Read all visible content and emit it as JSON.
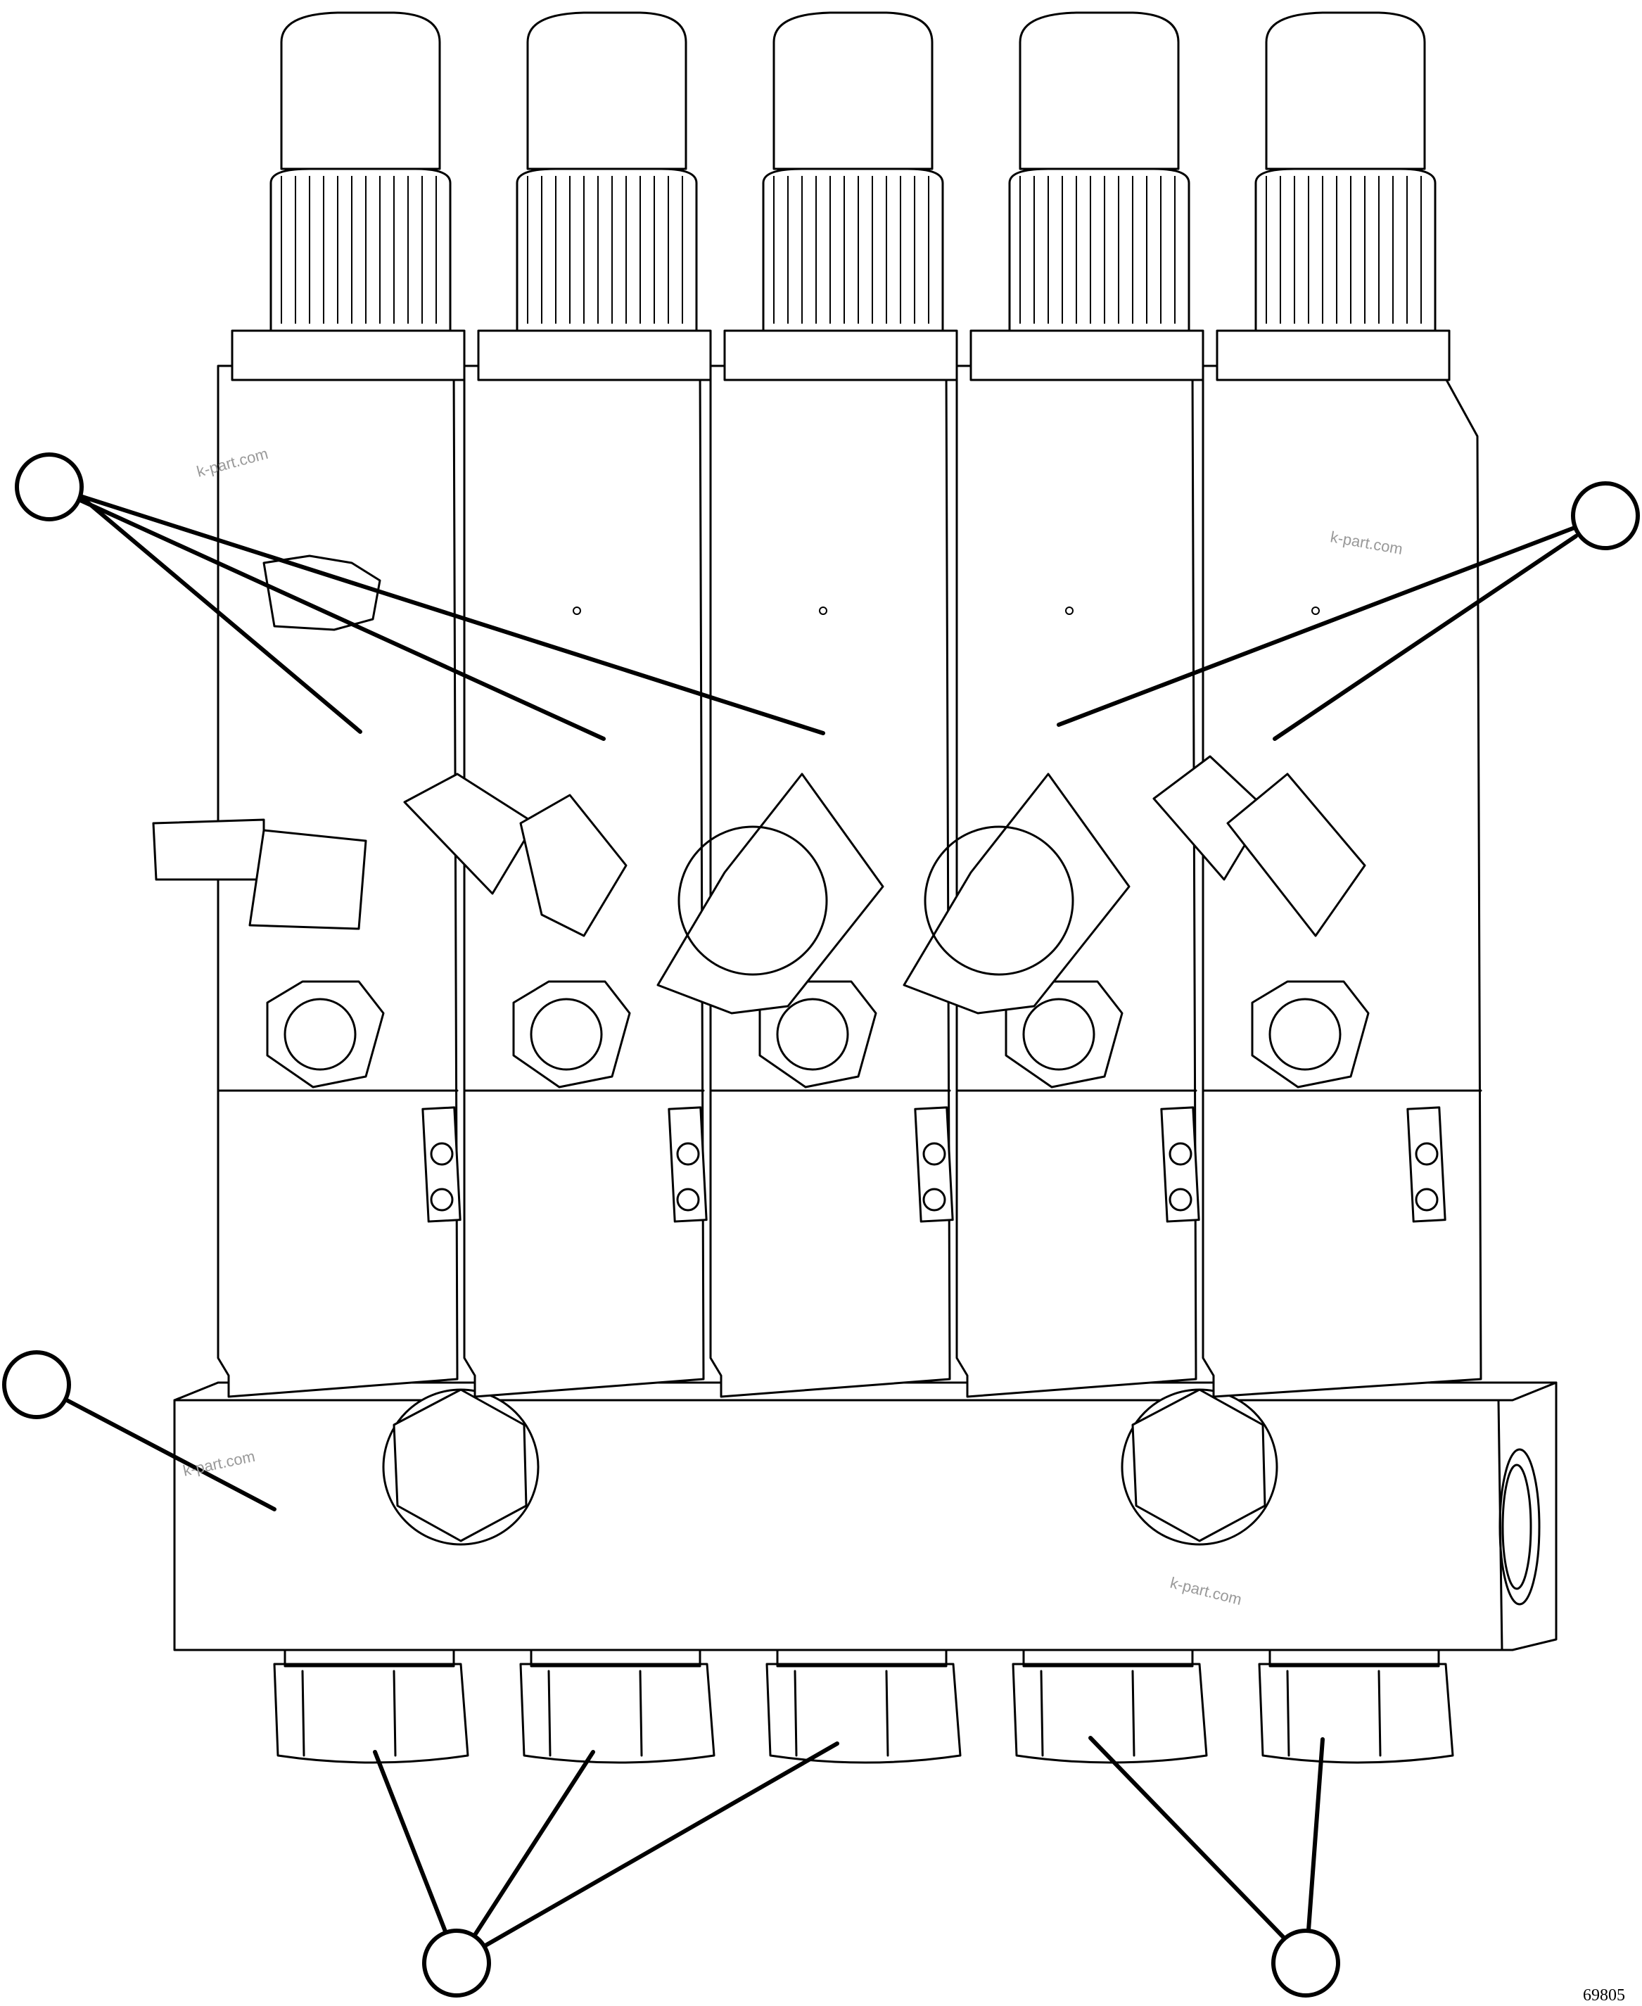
{
  "diagram": {
    "type": "exploded parts illustration",
    "subject": "progressive lubrication divider valve block with 5 valve modules on a base manifold",
    "figure_number": "69805",
    "watermarks": [
      "k-part.com",
      "k-part.com",
      "k-part.com",
      "k-part.com"
    ],
    "modules": 5,
    "callouts": [
      {
        "id": "callout-valve-bodies-left",
        "label": "",
        "targets": 3
      },
      {
        "id": "callout-valve-bodies-right",
        "label": "",
        "targets": 2
      },
      {
        "id": "callout-manifold",
        "label": "",
        "targets": 1
      },
      {
        "id": "callout-outlets-left",
        "label": "",
        "targets": 3
      },
      {
        "id": "callout-outlets-right",
        "label": "",
        "targets": 2
      }
    ],
    "colors": {
      "line": "#000000",
      "background": "#ffffff",
      "watermark": "#999999"
    }
  }
}
